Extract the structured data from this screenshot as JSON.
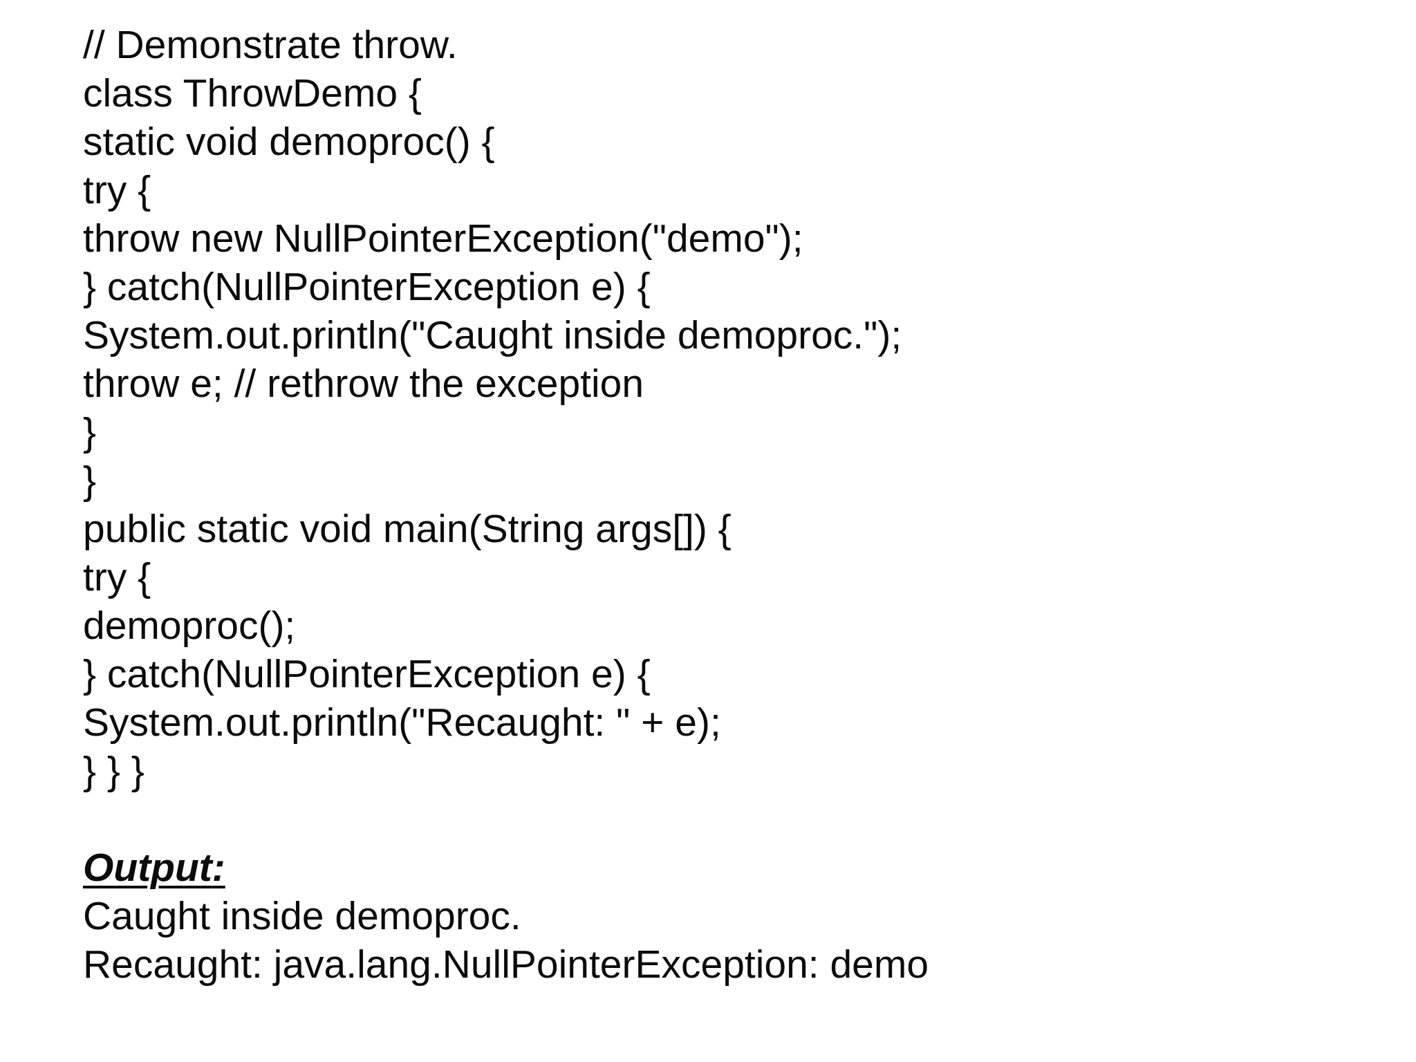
{
  "page": {
    "background": "#ffffff",
    "text_color": "#0b0b0b"
  },
  "code": {
    "lines": [
      "// Demonstrate throw.",
      "class ThrowDemo {",
      "static void demoproc() {",
      "try {",
      "throw new NullPointerException(\"demo\");",
      "} catch(NullPointerException e) {",
      "System.out.println(\"Caught inside demoproc.\");",
      "throw e; // rethrow the exception",
      "}",
      "}",
      "public static void main(String args[]) {",
      "try {",
      "demoproc();",
      "} catch(NullPointerException e) {",
      "System.out.println(\"Recaught: \" + e);",
      "} } }"
    ]
  },
  "output": {
    "heading": "Output:",
    "lines": [
      "Caught inside demoproc.",
      "Recaught: java.lang.NullPointerException: demo"
    ]
  }
}
